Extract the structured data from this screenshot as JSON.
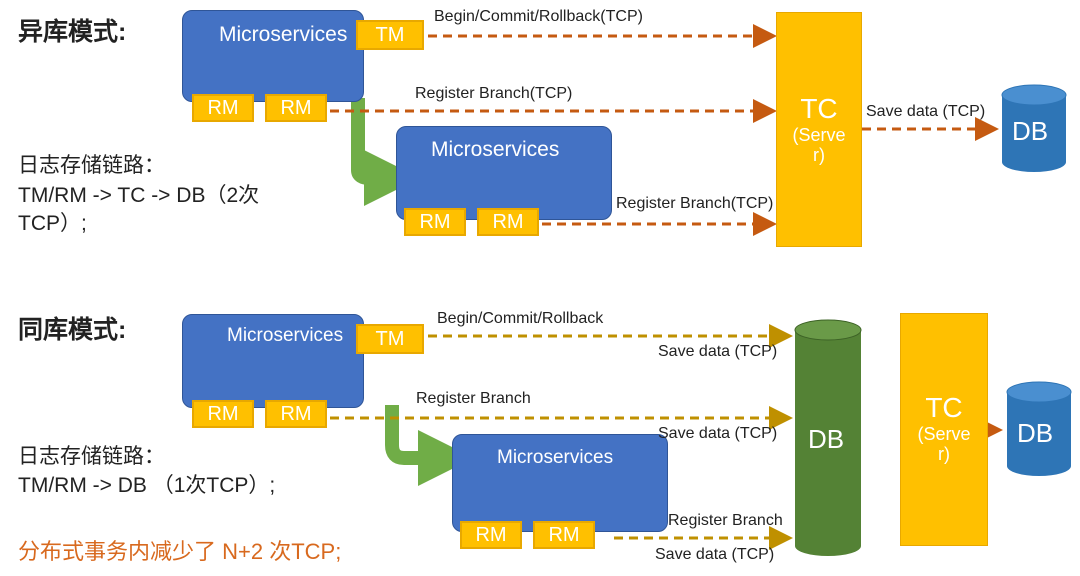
{
  "top": {
    "heading": "异库模式:",
    "log_title": "日志存储链路：",
    "log_line1": "TM/RM -> TC -> DB（2次",
    "log_line2": "TCP）;",
    "ms1": "Microservices",
    "ms2": "Microservices",
    "tm": "TM",
    "rm": "RM",
    "tc": "TC",
    "tc_sub1": "(Serve",
    "tc_sub2": "r)",
    "db": "DB",
    "arrow_begin": "Begin/Commit/Rollback(TCP)",
    "arrow_register": "Register Branch(TCP)",
    "arrow_register2": "Register Branch(TCP)",
    "arrow_save": "Save data (TCP)"
  },
  "bottom": {
    "heading": "同库模式:",
    "log_title": "日志存储链路：",
    "log_line1": "TM/RM -> DB （1次TCP）;",
    "note": "分布式事务内减少了 N+2  次TCP;",
    "ms1": "Microservices",
    "ms2": "Microservices",
    "tm": "TM",
    "rm": "RM",
    "db_big": "DB",
    "tc": "TC",
    "tc_sub1": "(Serve",
    "tc_sub2": "r)",
    "db": "DB",
    "arrow_begin": "Begin/Commit/Rollback",
    "save1": "Save data (TCP)",
    "arrow_register": "Register Branch",
    "save2": "Save data (TCP)",
    "arrow_register2": "Register Branch",
    "save3": "Save data (TCP)"
  },
  "colors": {
    "microservice": "#4472c4",
    "tag": "#ffc000",
    "database": "#2e75b6",
    "shared_db": "#548235",
    "flow_arrow": "#70ad47",
    "tcp_arrow_top": "#c55a11",
    "tcp_arrow_bottom": "#bf9000"
  }
}
